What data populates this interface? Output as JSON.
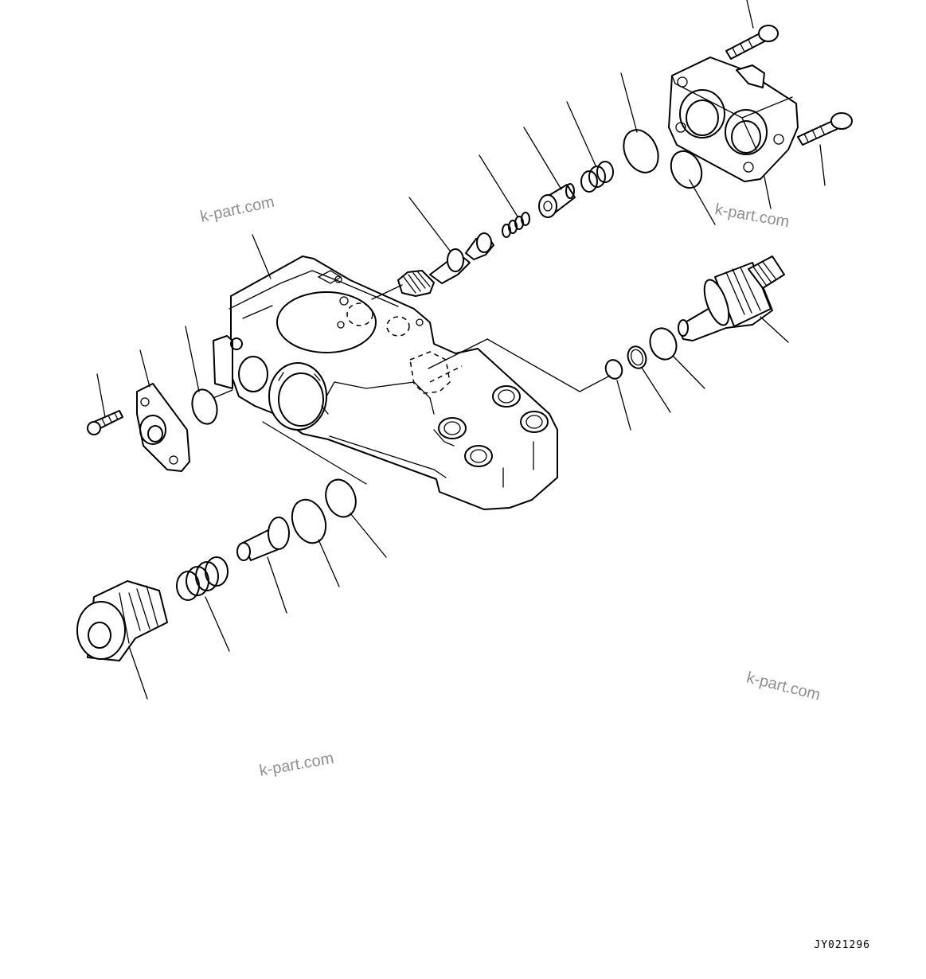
{
  "watermarks": [
    "k-part.com",
    "k-part.com",
    "k-part.com",
    "k-part.com"
  ],
  "drawing_code": "JY021296"
}
